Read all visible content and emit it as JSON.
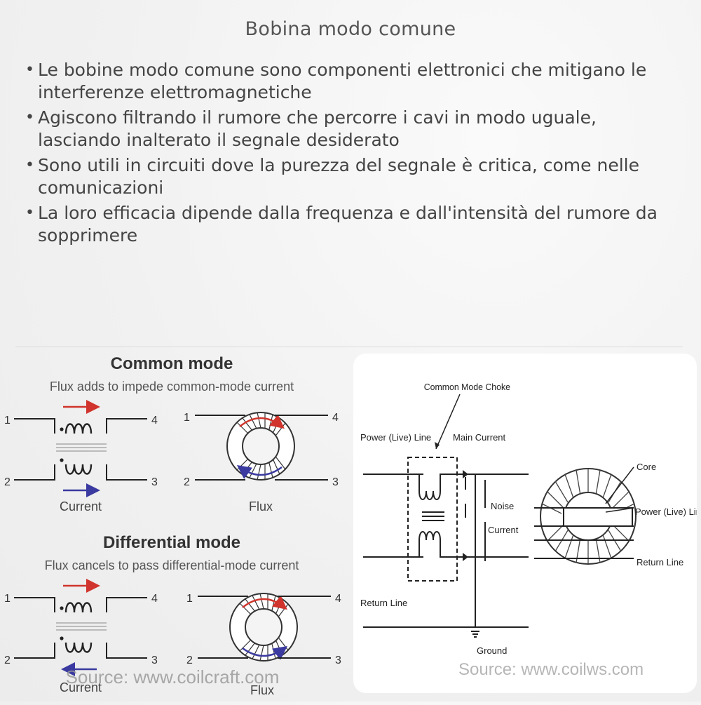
{
  "title": "Bobina modo comune",
  "bullets": [
    "Le bobine modo comune sono componenti elettronici che mitigano le interferenze elettromagnetiche",
    "Agiscono filtrando il rumore che percorre i cavi in modo uguale, lasciando inalterato il segnale desiderato",
    "Sono utili in circuiti dove la purezza del segnale è critica, come nelle comunicazioni",
    "La loro efficacia dipende dalla frequenza e dall'intensità del rumore da sopprimere"
  ],
  "left_figure": {
    "common": {
      "heading": "Common mode",
      "subheading": "Flux adds to impede common-mode current",
      "current_label": "Current",
      "flux_label": "Flux"
    },
    "differential": {
      "heading": "Differential mode",
      "subheading": "Flux cancels to pass differential-mode current",
      "current_label": "Current",
      "flux_label": "Flux"
    },
    "pins": {
      "p1": "1",
      "p2": "2",
      "p3": "3",
      "p4": "4"
    },
    "source": "Source: www.coilcraft.com",
    "colors": {
      "red": "#d0342c",
      "blue": "#3a3aa0"
    }
  },
  "right_figure": {
    "choke_label": "Common Mode Choke",
    "power_line": "Power (Live) Line",
    "main_current": "Main Current",
    "noise_current": "Noise Current",
    "return_line": "Return Line",
    "ground": "Ground",
    "core": "Core",
    "power_line_right": "Power (Live) Line",
    "return_line_right": "Return Line",
    "source": "Source: www.coilws.com"
  }
}
